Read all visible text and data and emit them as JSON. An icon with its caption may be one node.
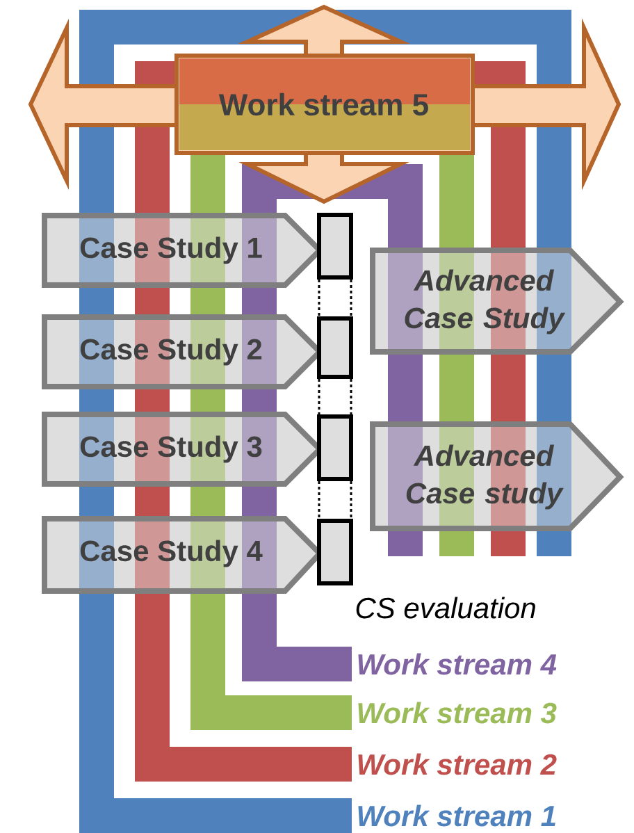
{
  "diagram": {
    "nodes": [
      {
        "text": [
          "Work stream 5"
        ]
      },
      {
        "text": [
          "Case Study 1"
        ]
      },
      {
        "text": [
          "Case Study 2"
        ]
      },
      {
        "text": [
          "Case Study 3"
        ]
      },
      {
        "text": [
          "Case Study 4"
        ]
      },
      {
        "text": [],
        "shape": "box"
      },
      {
        "text": [],
        "shape": "box"
      },
      {
        "text": [],
        "shape": "box"
      },
      {
        "text": [],
        "shape": "box"
      },
      {
        "text": [
          "Advanced Case Study"
        ]
      },
      {
        "text": [
          "Advanced Case study"
        ]
      }
    ],
    "edges": [
      {
        "from": 5,
        "to": 6,
        "arrow": "none",
        "style": "dashed"
      },
      {
        "from": 6,
        "to": 7,
        "arrow": "none",
        "style": "dashed"
      },
      {
        "from": 7,
        "to": 8,
        "arrow": "none",
        "style": "dashed"
      }
    ],
    "labels": [
      "CS evaluation"
    ],
    "legend": [
      {
        "text": "Work stream 4",
        "color": "#8064a2"
      },
      {
        "text": "Work stream 3",
        "color": "#9bbb59"
      },
      {
        "text": "Work stream 2",
        "color": "#c0504d"
      },
      {
        "text": "Work stream 1",
        "color": "#4f81bd"
      }
    ]
  }
}
